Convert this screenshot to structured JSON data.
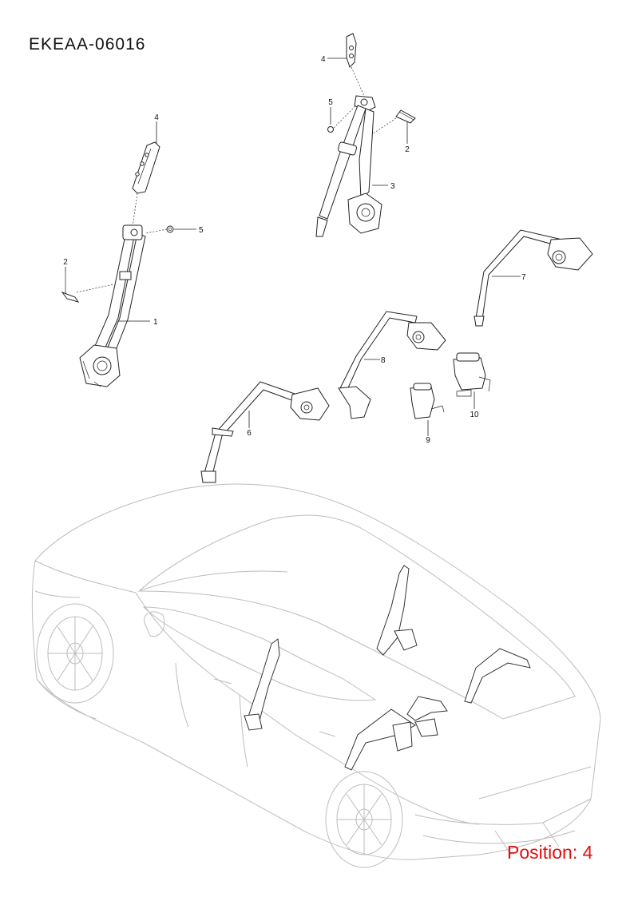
{
  "diagram": {
    "code": "EKEAA-06016",
    "position_label": "Position: 4",
    "callouts": {
      "c1": "1",
      "c2a": "2",
      "c2b": "2",
      "c3": "3",
      "c4a": "4",
      "c4b": "4",
      "c5a": "5",
      "c5b": "5",
      "c6": "6",
      "c7": "7",
      "c8": "8",
      "c9": "9",
      "c10": "10"
    }
  },
  "colors": {
    "position_text": "#e01010",
    "line": "#222222",
    "car_outline": "#bdbdbd"
  }
}
